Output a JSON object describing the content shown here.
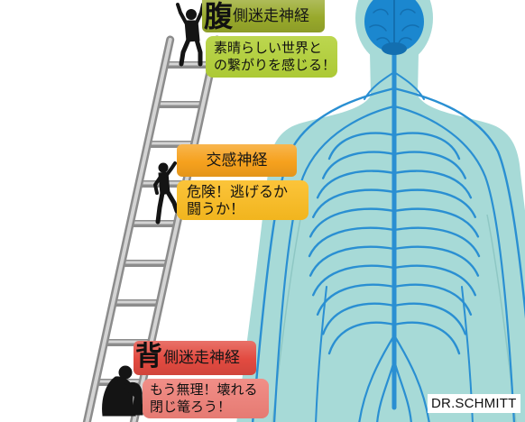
{
  "ladder_states": {
    "ventral_vagal": {
      "label_kanji": "腹",
      "label_text": "側迷走神経",
      "message_lines": [
        "素晴らしい世界と",
        "の繋がりを感じる！"
      ],
      "label_color": "#98a92b",
      "message_color": "#b3d137"
    },
    "sympathetic": {
      "label_text": "交感神経",
      "message_lines": [
        "危険！逃げるか",
        "闘うか！"
      ],
      "label_color": "#f6a11d",
      "message_color": "#fbbc1f"
    },
    "dorsal_vagal": {
      "label_kanji": "背",
      "label_text": "側迷走神経",
      "message_lines": [
        "もう無理！壊れる",
        "閉じ篭ろう！"
      ],
      "label_color": "#e24a40",
      "message_color": "#ef7f77"
    }
  },
  "credit": "DR.SCHMITT",
  "colors": {
    "body": "#a7dad7",
    "body_contour": "#8ec7c4",
    "nerves": "#2a8fd2",
    "brain": "#1b87cf",
    "brain_dark": "#136fb0",
    "ladder_face": "#d4d4d4",
    "ladder_edge": "#8c8c8c",
    "silhouette": "#141414"
  }
}
